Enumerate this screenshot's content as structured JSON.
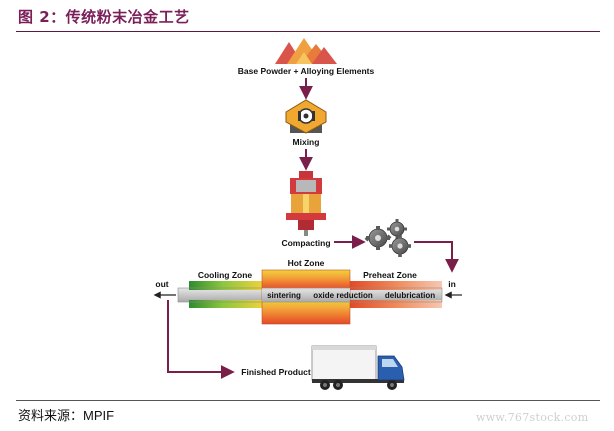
{
  "title": "图 2：传统粉末冶金工艺",
  "source": {
    "label": "资料来源：",
    "value": "MPIF"
  },
  "watermark": "www.767stock.com",
  "diagram": {
    "steps": {
      "powder": "Base Powder + Alloying Elements",
      "mixing": "Mixing",
      "compacting": "Compacting",
      "finished": "Finished Product"
    },
    "zones": {
      "hot": "Hot Zone",
      "cooling": "Cooling Zone",
      "preheat": "Preheat Zone"
    },
    "furnace_labels": [
      "sintering",
      "oxide reduction",
      "delubrication"
    ],
    "io": {
      "in": "in",
      "out": "out"
    },
    "colors": {
      "arrow": "#7a1e4a",
      "title": "#7b1f5a"
    }
  }
}
